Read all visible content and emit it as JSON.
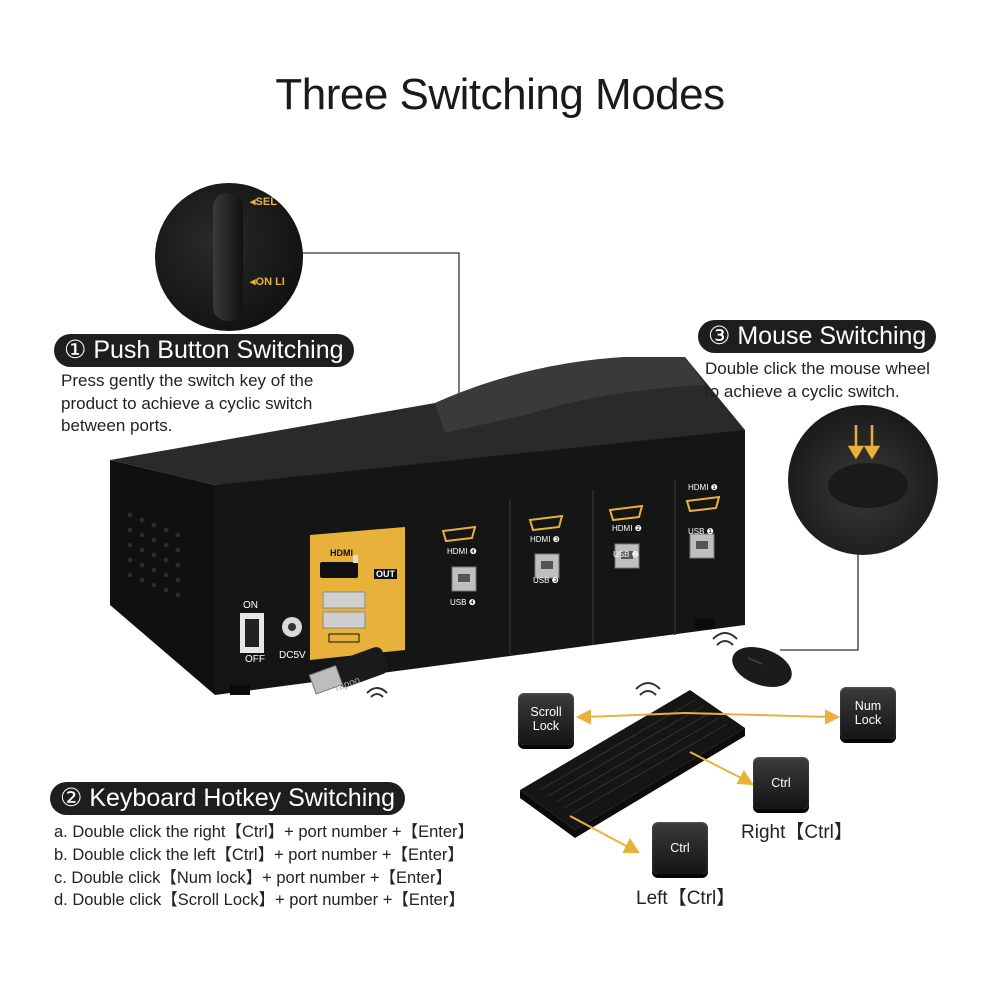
{
  "title": "Three Switching Modes",
  "mode1": {
    "heading": "① Push Button Switching",
    "desc": [
      "Press gently the switch key of the",
      "product to achieve a cyclic switch",
      "between ports."
    ],
    "zoom_labels": [
      "◂SEL",
      "◂ON LI"
    ]
  },
  "mode2": {
    "heading": "② Keyboard Hotkey Switching",
    "lines": [
      "a. Double click the right【Ctrl】+ port number +【Enter】",
      "b. Double click the left【Ctrl】+ port number +【Enter】",
      "c. Double click【Num lock】+ port number +【Enter】",
      "d. Double click【Scroll Lock】+ port number +【Enter】"
    ]
  },
  "mode3": {
    "heading": "③ Mouse Switching",
    "desc": [
      "Double click the mouse wheel",
      "to achieve a cyclic switch."
    ]
  },
  "device": {
    "on": "ON",
    "off": "OFF",
    "dc": "DC5V",
    "out_hdmi": "HDMI",
    "out": "OUT",
    "dongle": "rapoo",
    "hdmi_ports": [
      "HDMI ❹",
      "HDMI ❸",
      "HDMI ❷",
      "HDMI ❶"
    ],
    "usb_ports": [
      "USB ❹",
      "USB ❸",
      "USB ❷",
      "USB ❶"
    ]
  },
  "keys": {
    "scroll_lock": [
      "Scroll",
      "Lock"
    ],
    "num_lock": [
      "Num",
      "Lock"
    ],
    "right_ctrl": "Ctrl",
    "left_ctrl": "Ctrl",
    "right_caption": "Right【Ctrl】",
    "left_caption": "Left【Ctrl】"
  },
  "colors": {
    "accent_gold": "#e8b23a",
    "device_body": "#141414",
    "pill_bg": "#1e1e1e"
  }
}
